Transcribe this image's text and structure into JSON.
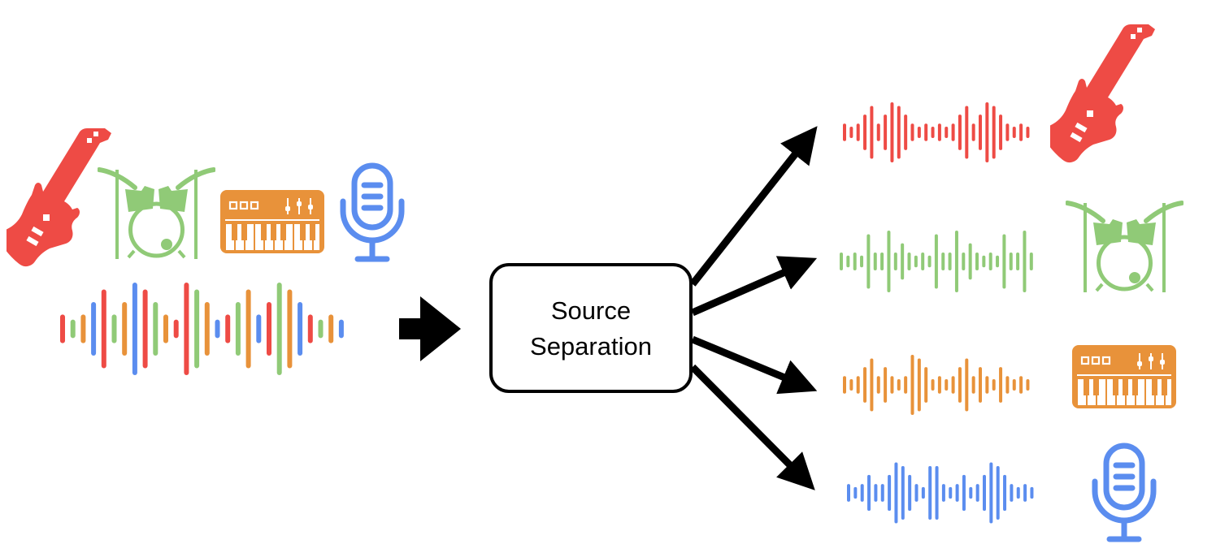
{
  "title": "Source Separation diagram",
  "colors": {
    "guitar": "#EE4B45",
    "drums": "#90CA77",
    "keyboard": "#E8923A",
    "vocals": "#5B8DEF",
    "arrow": "#000000"
  },
  "process_box": {
    "line1": "Source",
    "line2": "Separation"
  },
  "input": {
    "instruments": [
      "guitar-icon",
      "drums-icon",
      "keyboard-icon",
      "microphone-icon"
    ],
    "mixture_waveform": {
      "colors": [
        "guitar",
        "drums",
        "keyboard",
        "vocals",
        "guitar",
        "drums",
        "keyboard",
        "vocals",
        "guitar",
        "drums",
        "keyboard",
        "guitar",
        "guitar",
        "drums",
        "keyboard",
        "vocals",
        "guitar",
        "drums",
        "keyboard",
        "vocals",
        "guitar",
        "drums",
        "keyboard",
        "vocals",
        "guitar",
        "drums",
        "keyboard",
        "vocals"
      ],
      "levels": [
        0.31,
        0.2,
        0.31,
        0.58,
        0.85,
        0.31,
        0.58,
        1.0,
        0.85,
        0.58,
        0.31,
        0.2,
        1.0,
        0.85,
        0.58,
        0.2,
        0.31,
        0.58,
        0.85,
        0.31,
        0.58,
        1.0,
        0.85,
        0.58,
        0.31,
        0.2,
        0.31,
        0.2
      ]
    }
  },
  "outputs": [
    {
      "name": "guitar",
      "icon": "guitar-icon",
      "levels": [
        0.29,
        0.19,
        0.29,
        0.59,
        0.88,
        0.29,
        0.59,
        1.0,
        0.88,
        0.59,
        0.29,
        0.19,
        0.29,
        0.19,
        0.29,
        0.19,
        0.29,
        0.59,
        0.88,
        0.29,
        0.59,
        1.0,
        0.88,
        0.59,
        0.29,
        0.19,
        0.29,
        0.19
      ]
    },
    {
      "name": "drums",
      "icon": "drums-icon",
      "levels": [
        0.29,
        0.19,
        0.29,
        0.19,
        0.88,
        0.29,
        0.29,
        1.0,
        0.29,
        0.59,
        0.29,
        0.19,
        0.29,
        0.19,
        0.88,
        0.29,
        0.29,
        1.0,
        0.29,
        0.59,
        0.29,
        0.19,
        0.29,
        0.19,
        0.88,
        0.29,
        0.29,
        1.0,
        0.29
      ]
    },
    {
      "name": "keyboard",
      "icon": "keyboard-icon",
      "levels": [
        0.29,
        0.19,
        0.29,
        0.59,
        0.88,
        0.29,
        0.59,
        0.29,
        0.19,
        0.29,
        1.0,
        0.88,
        0.59,
        0.19,
        0.29,
        0.19,
        0.29,
        0.59,
        0.88,
        0.29,
        0.59,
        0.29,
        0.19,
        0.59,
        0.29,
        0.19,
        0.29,
        0.19
      ]
    },
    {
      "name": "vocals",
      "icon": "microphone-icon",
      "levels": [
        0.29,
        0.19,
        0.29,
        0.59,
        0.29,
        0.29,
        0.59,
        1.0,
        0.88,
        0.59,
        0.29,
        0.19,
        0.88,
        0.88,
        0.29,
        0.19,
        0.29,
        0.59,
        0.19,
        0.29,
        0.59,
        1.0,
        0.88,
        0.59,
        0.29,
        0.19,
        0.29,
        0.19
      ]
    }
  ]
}
